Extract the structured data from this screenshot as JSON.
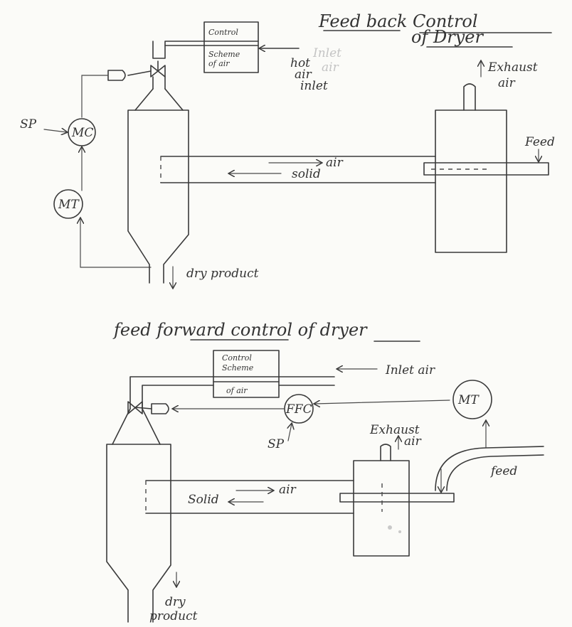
{
  "feedback": {
    "title_line1": "Feed back Control",
    "title_line2": "of Dryer",
    "box_top": "Control",
    "box_mid1": "Scheme",
    "box_mid2": "of air",
    "hot_air_1": "hot",
    "hot_air_2": "air",
    "hot_air_3": "inlet",
    "inlet_faint_1": "Inlet",
    "inlet_faint_2": "air",
    "exhaust_1": "Exhaust",
    "exhaust_2": "air",
    "sp": "SP",
    "mc": "MC",
    "mt": "MT",
    "feed": "Feed",
    "air": "air",
    "solid": "solid",
    "dry_product": "dry product"
  },
  "feedforward": {
    "title": "feed forward control of dryer",
    "box_line1": "Control",
    "box_line2": "Scheme",
    "box_line3": "of air",
    "inlet_air": "Inlet air",
    "ffc": "FFC",
    "mt": "MT",
    "sp": "SP",
    "exhaust_1": "Exhaust",
    "exhaust_2": "air",
    "feed": "feed",
    "air": "air",
    "solid": "Solid",
    "dry_1": "dry",
    "dry_2": "product"
  }
}
